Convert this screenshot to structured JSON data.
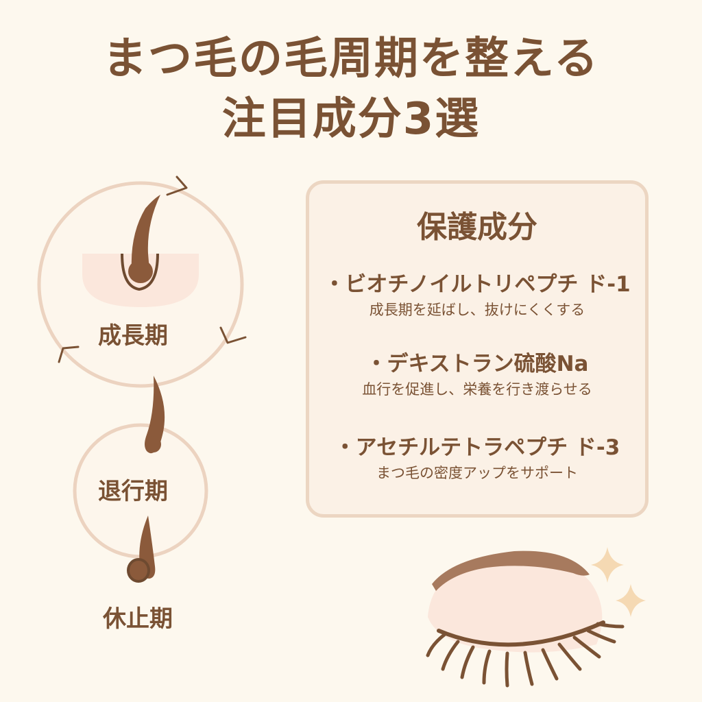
{
  "title": {
    "line1": "まつ毛の毛周期を整える",
    "line2": "注目成分3選"
  },
  "cycle": {
    "growth_label": "成長期",
    "regression_label": "退行期",
    "rest_label": "休止期"
  },
  "panel": {
    "heading": "保護成分",
    "ingredients": [
      {
        "name": "・ビオチノイルトリペプチ ド-1",
        "description": "成長期を延ばし、抜けにくくする"
      },
      {
        "name": "・デキストラン硫酸Na",
        "description": "血行を促進し、栄養を行き渡らせる"
      },
      {
        "name": "・アセチルテトラペプチ ド-3",
        "description": "まつ毛の密度アップをサポート"
      }
    ]
  },
  "colors": {
    "background": "#fdf8ee",
    "text_brown": "#7a5234",
    "circle_outline": "#ecd3c0",
    "panel_fill": "#fbf1e6",
    "skin": "#fbe7dc",
    "hair": "#8b5a3b",
    "sparkle": "#f5d9b3"
  },
  "icons": [
    "cycle-arrow-icon",
    "hair-follicle-icon",
    "closed-eye-icon",
    "sparkle-icon"
  ]
}
